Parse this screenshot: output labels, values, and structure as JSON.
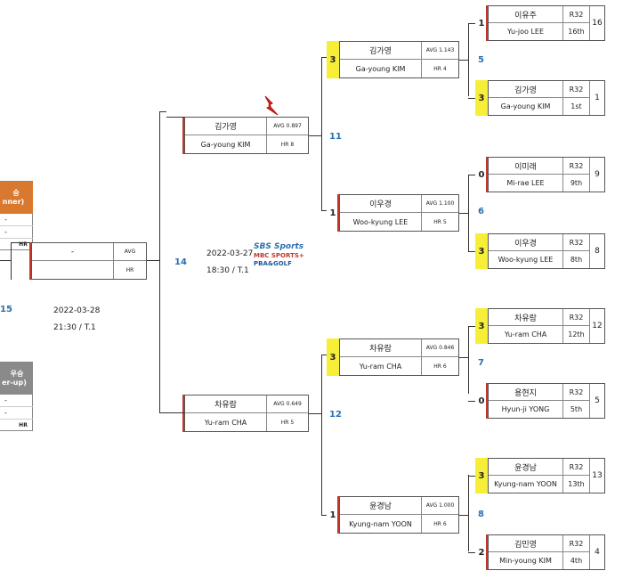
{
  "colors": {
    "winner_header": "#d9782f",
    "runnerup_header": "#8a8a8a",
    "win_score_bg": "#f7ef37",
    "match_number": "#2a6fb0",
    "line": "#333333",
    "accent_red": "#c0392b"
  },
  "left_panel": {
    "winner": {
      "title_partial": "승",
      "subtitle_partial": "nner)",
      "row1": "-",
      "row2": "-",
      "hr": "HR"
    },
    "final": {
      "name": "-",
      "avg": "AVG",
      "hr": "HR",
      "match_no": "15",
      "date": "2022-03-28",
      "time": "21:30 / T.1"
    },
    "runnerup": {
      "title_partial": "우승",
      "subtitle_partial": "er-up)",
      "row1": "-",
      "row2": "-",
      "hr": "HR"
    }
  },
  "center": {
    "match_no": "14",
    "date": "2022-03-27",
    "time": "18:30 / T.1",
    "broadcasters": [
      "SBS Sports",
      "MBC SPORTS+",
      "PBA&GOLF"
    ]
  },
  "semis": [
    {
      "kr": "김가영",
      "en": "Ga-young KIM",
      "avg": "AVG 0.897",
      "hr": "HR 8"
    },
    {
      "kr": "차유람",
      "en": "Yu-ram CHA",
      "avg": "AVG 0.649",
      "hr": "HR 5"
    }
  ],
  "match_numbers": {
    "m11": "11",
    "m12": "12",
    "m5": "5",
    "m6": "6",
    "m7": "7",
    "m8": "8"
  },
  "quarters": [
    {
      "kr": "김가영",
      "en": "Ga-young KIM",
      "avg": "AVG 1.143",
      "hr": "HR 4",
      "score": "3"
    },
    {
      "kr": "이우경",
      "en": "Woo-kyung LEE",
      "avg": "AVG 1.100",
      "hr": "HR 5",
      "score": "1"
    },
    {
      "kr": "차유람",
      "en": "Yu-ram CHA",
      "avg": "AVG 0.846",
      "hr": "HR 6",
      "score": "3"
    },
    {
      "kr": "윤경남",
      "en": "Kyung-nam YOON",
      "avg": "AVG 1.000",
      "hr": "HR 6",
      "score": "1"
    }
  ],
  "r32": [
    {
      "kr": "이유주",
      "en": "Yu-joo LEE",
      "round": "R32",
      "rank": "16th",
      "seed": "16",
      "score": "1"
    },
    {
      "kr": "김가영",
      "en": "Ga-young KIM",
      "round": "R32",
      "rank": "1st",
      "seed": "1",
      "score": "3"
    },
    {
      "kr": "이미래",
      "en": "Mi-rae LEE",
      "round": "R32",
      "rank": "9th",
      "seed": "9",
      "score": "0"
    },
    {
      "kr": "이우경",
      "en": "Woo-kyung LEE",
      "round": "R32",
      "rank": "8th",
      "seed": "8",
      "score": "3"
    },
    {
      "kr": "차유람",
      "en": "Yu-ram CHA",
      "round": "R32",
      "rank": "12th",
      "seed": "12",
      "score": "3"
    },
    {
      "kr": "용현지",
      "en": "Hyun-ji YONG",
      "round": "R32",
      "rank": "5th",
      "seed": "5",
      "score": "0"
    },
    {
      "kr": "윤경남",
      "en": "Kyung-nam YOON",
      "round": "R32",
      "rank": "13th",
      "seed": "13",
      "score": "3"
    },
    {
      "kr": "김민영",
      "en": "Min-young KIM",
      "round": "R32",
      "rank": "4th",
      "seed": "4",
      "score": "2"
    }
  ]
}
